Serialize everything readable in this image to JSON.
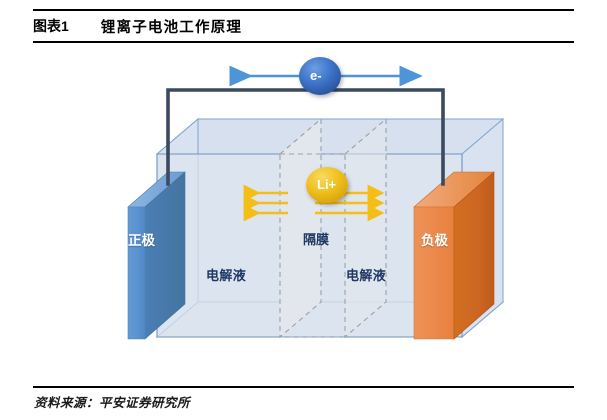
{
  "header": {
    "figure_number": "图表1",
    "title": "锂离子电池工作原理"
  },
  "footer": {
    "source": "资料来源：平安证券研究所"
  },
  "diagram": {
    "electron_label": "e-",
    "ion_label": "Li+",
    "cathode_label": "正极",
    "anode_label": "负极",
    "separator_label": "隔膜",
    "electrolyte_left_label": "电解液",
    "electrolyte_right_label": "电解液",
    "colors": {
      "cathode_front": "#5B93D0",
      "cathode_side": "#4A7EB5",
      "anode_front": "#CC6622",
      "anode_side": "#ED8A4E",
      "container_fill": "#DCE4EF",
      "separator_fill": "#E3E7ED",
      "container_edge": "#6E93C0",
      "wire": "#3B4A5E",
      "electron_sphere": "#3A6FC4",
      "ion_sphere": "#EFC01E",
      "arrow": "#F5BE17",
      "electron_arrow": "#4E94D8",
      "label_dark": "#1F3864"
    },
    "electron_arrow_count": 2,
    "ion_arrow_left_count": 3,
    "ion_arrow_right_count": 3
  }
}
